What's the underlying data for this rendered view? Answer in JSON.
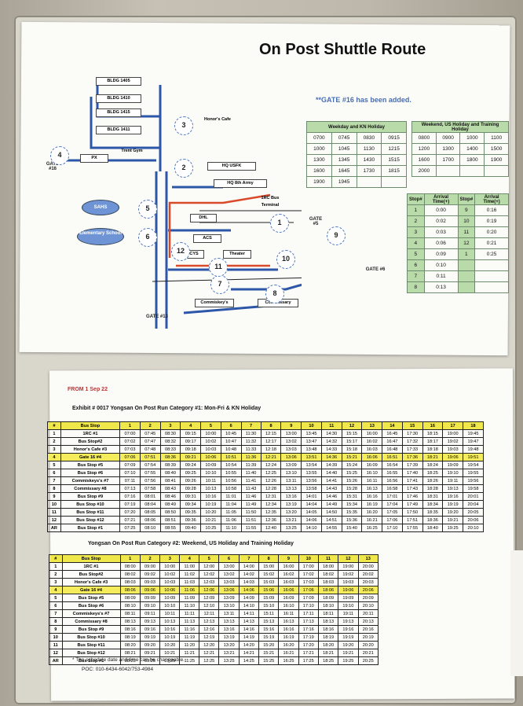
{
  "title": "On Post Shuttle Route",
  "gate_note": "**GATE #16 has been added.",
  "map": {
    "buildings": [
      "BLDG 1405",
      "BLDG 1410",
      "BLDG 1415",
      "BLDG 1411",
      "Honor's Cafe",
      "PX",
      "Trent Gym",
      "HQ USFK",
      "HQ 8th Army",
      "1RC Bus Terminal",
      "DHL",
      "ACS",
      "CYS",
      "Theater",
      "Commiskey's",
      "Commissary"
    ],
    "areas": [
      "SAHS",
      "Elementary School"
    ],
    "gates": [
      "GATE #16",
      "GATE #5",
      "GATE #6",
      "GATE #13"
    ],
    "stops": [
      "1",
      "2",
      "3",
      "4",
      "5",
      "6",
      "7",
      "8",
      "9",
      "10",
      "11",
      "12"
    ]
  },
  "weekday_table": {
    "header": "Weekday and KN Holiday",
    "rows": [
      [
        "0700",
        "0745",
        "0830",
        "0915"
      ],
      [
        "1000",
        "1045",
        "1130",
        "1215"
      ],
      [
        "1300",
        "1345",
        "1430",
        "1515"
      ],
      [
        "1600",
        "1645",
        "1730",
        "1815"
      ],
      [
        "1900",
        "1945",
        "",
        ""
      ]
    ]
  },
  "weekend_table": {
    "header": "Weekend, US Holiday and Training Holiday",
    "rows": [
      [
        "0800",
        "0900",
        "1000",
        "1100"
      ],
      [
        "1200",
        "1300",
        "1400",
        "1500"
      ],
      [
        "1600",
        "1700",
        "1800",
        "1900"
      ],
      [
        "2000",
        "",
        "",
        ""
      ]
    ]
  },
  "arrival_table": {
    "headers": [
      "Stop#",
      "Arrival Time(+)",
      "Stop#",
      "Arrival Time(+)"
    ],
    "rows": [
      [
        "1",
        "0:00",
        "9",
        "0:16"
      ],
      [
        "2",
        "0:02",
        "10",
        "0:19"
      ],
      [
        "3",
        "0:03",
        "11",
        "0:20"
      ],
      [
        "4",
        "0:06",
        "12",
        "0:21"
      ],
      [
        "5",
        "0:09",
        "1",
        "0:25"
      ],
      [
        "6",
        "0:10",
        "",
        ""
      ],
      [
        "7",
        "0:11",
        "",
        ""
      ],
      [
        "8",
        "0:13",
        "",
        ""
      ]
    ]
  },
  "from": "FROM 1 Sep 22",
  "exhibit1": {
    "caption": "Exhibit # 0017     Yongsan On Post Run     Category #1: Mon-Fri & KN Holiday",
    "header": [
      "#",
      "Bus Stop",
      "1",
      "2",
      "3",
      "4",
      "5",
      "6",
      "7",
      "8",
      "9",
      "10",
      "11",
      "12",
      "13",
      "14",
      "15",
      "16",
      "17",
      "18"
    ],
    "rows": [
      [
        "1",
        "1RC #1",
        "07:00",
        "07:45",
        "08:30",
        "09:15",
        "10:00",
        "10:45",
        "11:30",
        "12:15",
        "13:00",
        "13:45",
        "14:30",
        "15:15",
        "16:00",
        "16:45",
        "17:30",
        "18:15",
        "19:00",
        "19:45"
      ],
      [
        "2",
        "Bus Stop#2",
        "07:02",
        "07:47",
        "08:32",
        "09:17",
        "10:02",
        "10:47",
        "11:32",
        "12:17",
        "13:02",
        "13:47",
        "14:32",
        "15:17",
        "16:02",
        "16:47",
        "17:32",
        "18:17",
        "19:02",
        "19:47"
      ],
      [
        "3",
        "Honor's Cafe #3",
        "07:03",
        "07:48",
        "08:33",
        "09:18",
        "10:03",
        "10:48",
        "11:33",
        "12:18",
        "13:03",
        "13:48",
        "14:33",
        "15:18",
        "16:03",
        "16:48",
        "17:33",
        "18:18",
        "19:03",
        "19:48"
      ],
      [
        "4",
        "Gate 16 #4",
        "07:06",
        "07:51",
        "08:36",
        "09:21",
        "10:06",
        "10:51",
        "11:36",
        "12:21",
        "13:06",
        "13:51",
        "14:36",
        "15:21",
        "16:06",
        "16:51",
        "17:36",
        "18:21",
        "19:06",
        "19:51"
      ],
      [
        "5",
        "Bus Stop #5",
        "07:09",
        "07:54",
        "08:39",
        "09:24",
        "10:09",
        "10:54",
        "11:39",
        "12:24",
        "13:09",
        "13:54",
        "14:39",
        "15:24",
        "16:09",
        "16:54",
        "17:39",
        "18:24",
        "19:09",
        "19:54"
      ],
      [
        "6",
        "Bus Stop #6",
        "07:10",
        "07:55",
        "08:40",
        "09:25",
        "10:10",
        "10:55",
        "11:40",
        "12:25",
        "13:10",
        "13:55",
        "14:40",
        "15:25",
        "16:10",
        "16:55",
        "17:40",
        "18:25",
        "19:10",
        "19:55"
      ],
      [
        "7",
        "Commiskeys's #7",
        "07:11",
        "07:56",
        "08:41",
        "09:26",
        "10:11",
        "10:56",
        "11:41",
        "12:26",
        "13:11",
        "13:56",
        "14:41",
        "15:26",
        "16:11",
        "16:56",
        "17:41",
        "18:26",
        "19:11",
        "19:56"
      ],
      [
        "8",
        "Commissary #8",
        "07:13",
        "07:58",
        "08:43",
        "09:28",
        "10:13",
        "10:58",
        "11:43",
        "12:28",
        "13:13",
        "13:58",
        "14:43",
        "15:28",
        "16:13",
        "16:58",
        "17:43",
        "18:28",
        "19:13",
        "19:58"
      ],
      [
        "9",
        "Bus Stop #9",
        "07:16",
        "08:01",
        "08:46",
        "09:31",
        "10:16",
        "11:01",
        "11:46",
        "12:31",
        "13:16",
        "14:01",
        "14:46",
        "15:31",
        "16:16",
        "17:01",
        "17:46",
        "18:31",
        "19:16",
        "20:01"
      ],
      [
        "10",
        "Bus Stop #10",
        "07:19",
        "08:04",
        "08:49",
        "09:34",
        "10:19",
        "11:04",
        "11:49",
        "12:34",
        "13:19",
        "14:04",
        "14:49",
        "15:34",
        "16:19",
        "17:04",
        "17:49",
        "18:34",
        "19:19",
        "20:04"
      ],
      [
        "11",
        "Bus Stop #11",
        "07:20",
        "08:05",
        "08:50",
        "09:35",
        "10:20",
        "11:05",
        "11:50",
        "12:35",
        "13:20",
        "14:05",
        "14:50",
        "15:35",
        "16:20",
        "17:05",
        "17:50",
        "18:35",
        "19:20",
        "20:05"
      ],
      [
        "12",
        "Bus Stop #12",
        "07:21",
        "08:06",
        "08:51",
        "09:36",
        "10:21",
        "11:06",
        "11:51",
        "12:36",
        "13:21",
        "14:06",
        "14:51",
        "15:36",
        "16:21",
        "17:06",
        "17:51",
        "18:36",
        "19:21",
        "20:06"
      ],
      [
        "AR",
        "Bus Stop #1",
        "07:25",
        "08:10",
        "08:55",
        "09:40",
        "10:25",
        "11:10",
        "11:55",
        "12:40",
        "13:25",
        "14:10",
        "14:55",
        "15:40",
        "16:25",
        "17:10",
        "17:55",
        "18:40",
        "19:25",
        "20:10"
      ]
    ]
  },
  "exhibit2": {
    "caption": "Yongsan On Post Run     Category #2: Weekend, US Holiday and Training Holiday",
    "header": [
      "#",
      "Bus Stop",
      "1",
      "2",
      "3",
      "4",
      "5",
      "6",
      "7",
      "8",
      "9",
      "10",
      "11",
      "12",
      "13"
    ],
    "rows": [
      [
        "1",
        "1RC #1",
        "08:00",
        "09:00",
        "10:00",
        "11:00",
        "12:00",
        "13:00",
        "14:00",
        "15:00",
        "16:00",
        "17:00",
        "18:00",
        "19:00",
        "20:00"
      ],
      [
        "2",
        "Bus Stop#2",
        "08:02",
        "09:02",
        "10:02",
        "11:02",
        "12:02",
        "13:02",
        "14:02",
        "15:02",
        "16:02",
        "17:02",
        "18:02",
        "19:02",
        "20:02"
      ],
      [
        "3",
        "Honor's Cafe #3",
        "08:03",
        "09:03",
        "10:03",
        "11:03",
        "12:03",
        "13:03",
        "14:03",
        "15:03",
        "16:03",
        "17:03",
        "18:03",
        "19:03",
        "20:03"
      ],
      [
        "4",
        "Gate 16 #4",
        "08:06",
        "09:06",
        "10:06",
        "11:06",
        "12:06",
        "13:06",
        "14:06",
        "15:06",
        "16:06",
        "17:06",
        "18:06",
        "19:06",
        "20:06"
      ],
      [
        "5",
        "Bus Stop #5",
        "08:09",
        "09:09",
        "10:09",
        "11:09",
        "12:09",
        "13:09",
        "14:09",
        "15:09",
        "16:09",
        "17:09",
        "18:09",
        "19:09",
        "20:09"
      ],
      [
        "6",
        "Bus Stop #6",
        "08:10",
        "09:10",
        "10:10",
        "11:10",
        "12:10",
        "13:10",
        "14:10",
        "15:10",
        "16:10",
        "17:10",
        "18:10",
        "19:10",
        "20:10"
      ],
      [
        "7",
        "Commiskeys's #7",
        "08:11",
        "09:11",
        "10:11",
        "11:11",
        "12:11",
        "13:11",
        "14:11",
        "15:11",
        "16:11",
        "17:11",
        "18:11",
        "19:11",
        "20:11"
      ],
      [
        "8",
        "Commissary #8",
        "08:13",
        "09:13",
        "10:13",
        "11:13",
        "12:13",
        "13:13",
        "14:13",
        "15:13",
        "16:13",
        "17:13",
        "18:13",
        "19:13",
        "20:13"
      ],
      [
        "9",
        "Bus Stop #9",
        "08:16",
        "09:16",
        "10:16",
        "11:16",
        "12:16",
        "13:16",
        "14:16",
        "15:16",
        "16:16",
        "17:16",
        "18:16",
        "19:16",
        "20:16"
      ],
      [
        "10",
        "Bus Stop #10",
        "08:19",
        "09:19",
        "10:19",
        "11:19",
        "12:19",
        "13:19",
        "14:19",
        "15:19",
        "16:19",
        "17:19",
        "18:19",
        "19:19",
        "20:19"
      ],
      [
        "11",
        "Bus Stop #11",
        "08:20",
        "09:20",
        "10:20",
        "11:20",
        "12:20",
        "13:20",
        "14:20",
        "15:20",
        "16:20",
        "17:20",
        "18:20",
        "19:20",
        "20:20"
      ],
      [
        "12",
        "Bus Stop #12",
        "08:21",
        "09:21",
        "10:21",
        "11:21",
        "12:21",
        "13:21",
        "14:21",
        "15:21",
        "16:21",
        "17:21",
        "18:21",
        "19:21",
        "20:21"
      ],
      [
        "AR",
        "Bus Stop #1",
        "08:25",
        "09:25",
        "10:25",
        "11:25",
        "12:25",
        "13:25",
        "14:25",
        "15:25",
        "16:25",
        "17:25",
        "18:25",
        "19:25",
        "20:25"
      ]
    ]
  },
  "footnote": "* The schedule date and time can be changeable.",
  "poc": "POC: 010-6434-6042/753-4984"
}
